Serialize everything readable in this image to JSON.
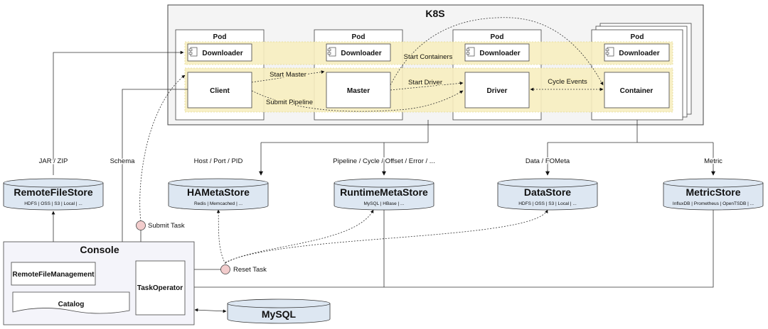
{
  "k8s": {
    "title": "K8S",
    "pod_label": "Pod",
    "pods": [
      {
        "downloader": "Downloader",
        "main": "Client"
      },
      {
        "downloader": "Downloader",
        "main": "Master"
      },
      {
        "downloader": "Downloader",
        "main": "Driver"
      },
      {
        "downloader": "Downloader",
        "main": "Container"
      }
    ]
  },
  "flows": {
    "start_master": "Start Master",
    "start_containers": "Start Containers",
    "start_driver": "Start Driver",
    "submit_pipeline": "Submit Pipeline",
    "cycle_events": "Cycle Events"
  },
  "edges": {
    "jar_zip": "JAR / ZIP",
    "schema": "Schema",
    "host_port_pid": "Host / Port / PID",
    "pipeline_cycle": "Pipeline / Cycle / Offset / Error / ...",
    "data_fometa": "Data / FOMeta",
    "metric": "Metric"
  },
  "stores": [
    {
      "name": "RemoteFileStore",
      "sub": "HDFS | OSS | S3 | Local | ..."
    },
    {
      "name": "HAMetaStore",
      "sub": "Redis | Memcached | ..."
    },
    {
      "name": "RuntimeMetaStore",
      "sub": "MySQL | HBase | ..."
    },
    {
      "name": "DataStore",
      "sub": "HDFS | OSS | S3 | Local | ..."
    },
    {
      "name": "MetricStore",
      "sub": "InfluxDB | Prometheus | OpenTSDB | ..."
    }
  ],
  "console": {
    "title": "Console",
    "remote_file_management": "RemoteFileManagement",
    "catalog": "Catalog",
    "task_operator": "TaskOperator"
  },
  "actions": {
    "submit_task": "Submit Task",
    "reset_task": "Reset Task"
  },
  "mysql": "MySQL",
  "colors": {
    "store_fill": "#dde7f2",
    "highlight_band": "#f8efc0",
    "action_circle": "#f2cccc",
    "k8s_fill": "#f4f4f4",
    "console_fill": "#f4f4fa"
  }
}
